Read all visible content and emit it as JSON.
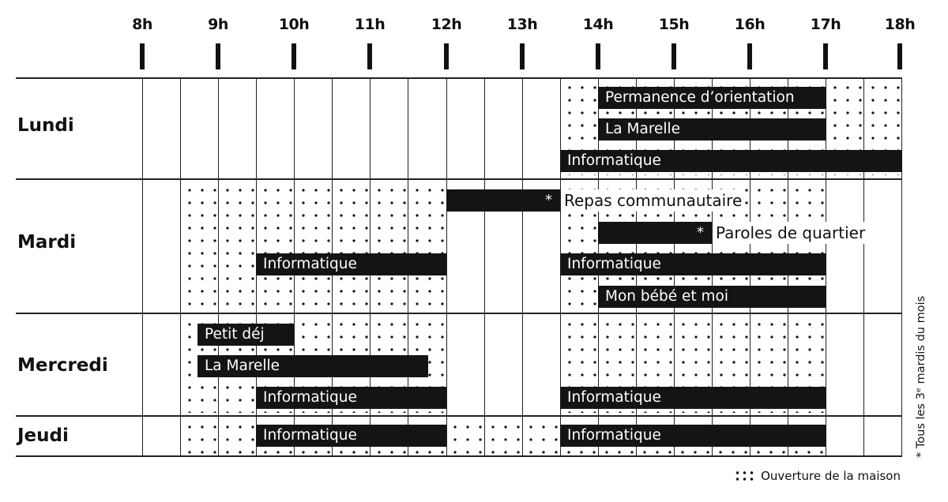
{
  "hours": [
    "8h",
    "9h",
    "10h",
    "11h",
    "12h",
    "13h",
    "14h",
    "15h",
    "16h",
    "17h",
    "18h"
  ],
  "days": [
    "Lundi",
    "Mardi",
    "Mercredi",
    "Jeudi"
  ],
  "rows": {
    "lundi": {
      "permanence": "Permanence d’orientation",
      "marelle": "La Marelle",
      "informatique": "Informatique"
    },
    "mardi": {
      "repas": "Repas communautaire",
      "paroles": "Paroles de quartier",
      "info_morning": "Informatique",
      "info_afternoon": "Informatique",
      "bebe": "Mon bébé et moi"
    },
    "mercredi": {
      "petit_dej": "Petit déj",
      "marelle": "La Marelle",
      "info_morning": "Informatique",
      "info_afternoon": "Informatique"
    },
    "jeudi": {
      "info_morning": "Informatique",
      "info_afternoon": "Informatique"
    }
  },
  "asterisk": "*",
  "side_note": "* Tous les 3ᵉ mardis du mois",
  "legend": {
    "label": "Ouverture de la maison"
  },
  "colors": {
    "bar": "#141414",
    "text": "#111111",
    "background": "#ffffff"
  }
}
